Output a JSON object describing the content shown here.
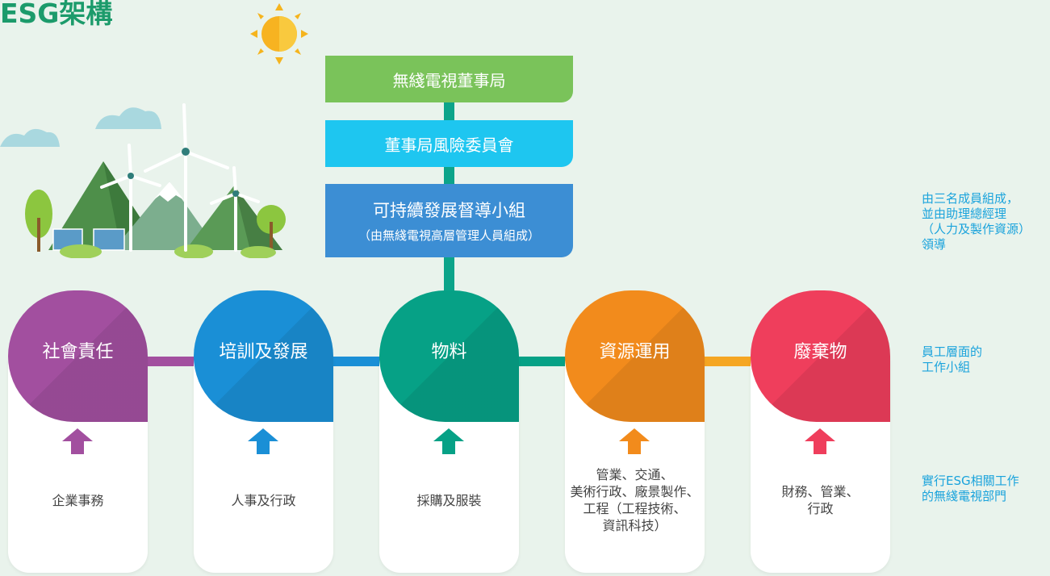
{
  "title": "ESG架構",
  "top_boxes": {
    "board": "無綫電視董事局",
    "risk": "董事局風險委員會",
    "steering_main": "可持續發展督導小組",
    "steering_sub": "（由無綫電視高層管理人員組成）"
  },
  "groups": [
    {
      "label": "社會責任",
      "color": "#a24f9f",
      "department": "企業事務"
    },
    {
      "label": "培訓及發展",
      "color": "#1a8fd6",
      "department": "人事及行政"
    },
    {
      "label": "物料",
      "color": "#06a186",
      "department": "採購及服裝"
    },
    {
      "label": "資源運用",
      "color": "#f28b1c",
      "department": "管業、交通、\n美術行政、廠景製作、\n工程（工程技術、\n資訊科技）"
    },
    {
      "label": "廢棄物",
      "color": "#ef3e5c",
      "department": "財務、管業、\n行政"
    }
  ],
  "notes": {
    "steering": "由三名成員組成，\n並由助理總經理\n（人力及製作資源）\n領導",
    "working": "員工層面的\n工作小組",
    "departments": "實行ESG相關工作\n的無綫電視部門"
  },
  "colors": {
    "connector": "#0ca48a",
    "title": "#1c9b6b",
    "note": "#1aa3dc"
  }
}
